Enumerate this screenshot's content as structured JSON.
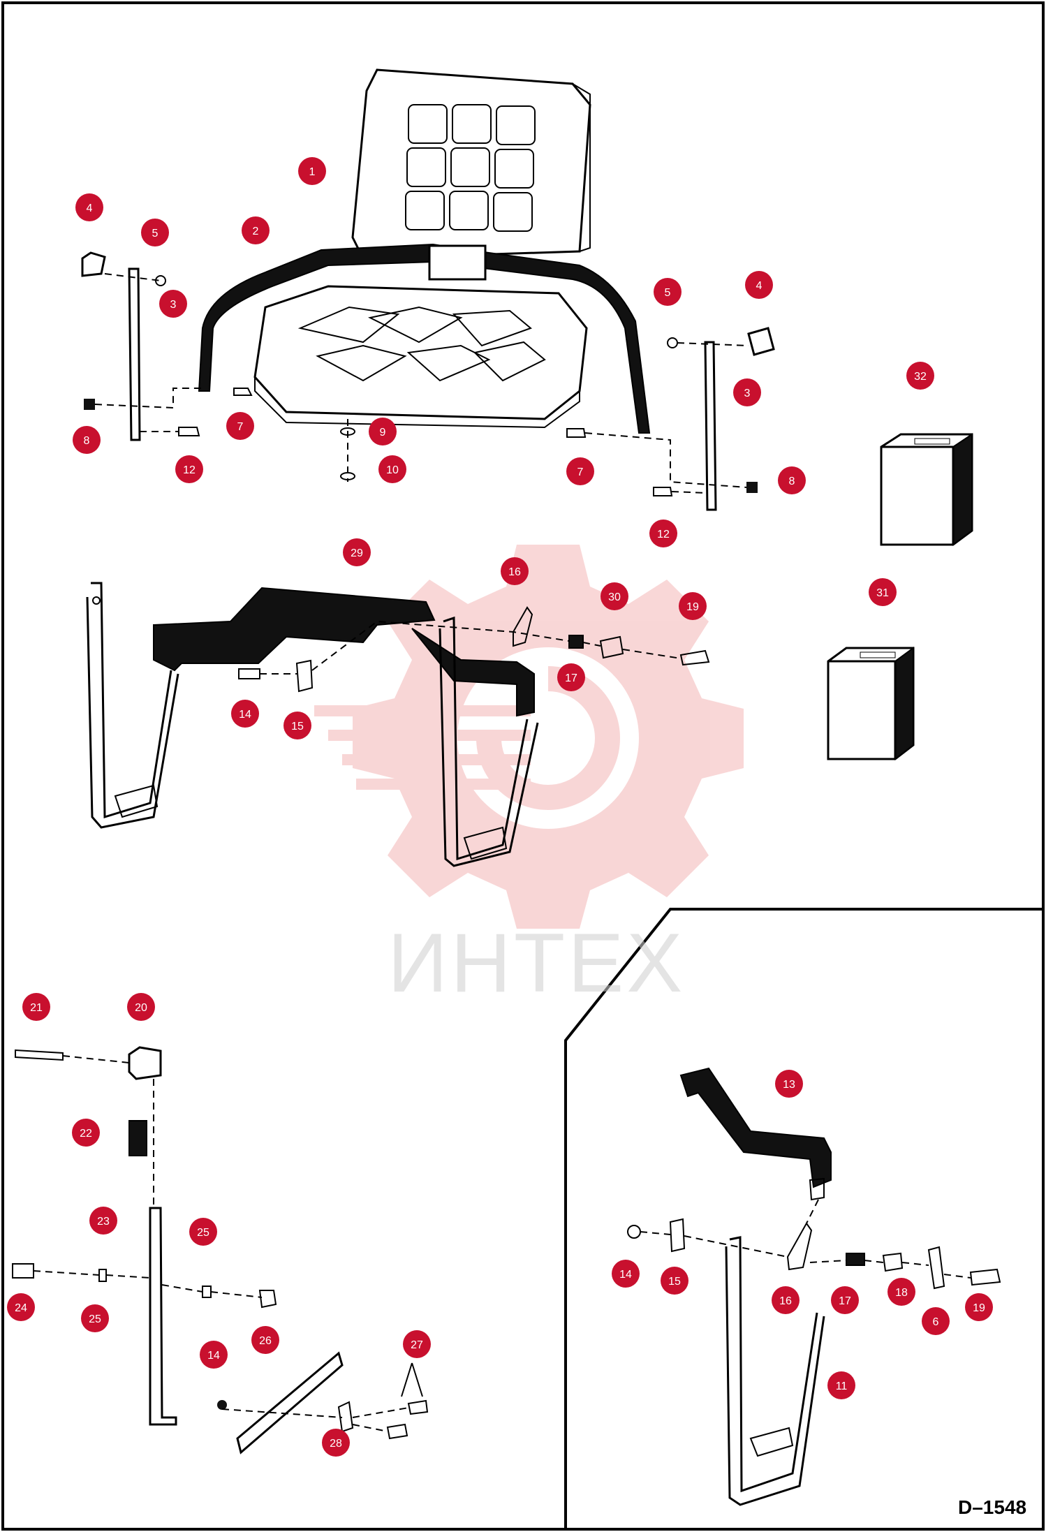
{
  "diagram": {
    "drawing_number": "D–1548",
    "watermark": "ИНТЕХ",
    "callouts": [
      {
        "label": "1"
      },
      {
        "label": "2"
      },
      {
        "label": "4"
      },
      {
        "label": "5"
      },
      {
        "label": "3"
      },
      {
        "label": "8"
      },
      {
        "label": "12"
      },
      {
        "label": "7"
      },
      {
        "label": "9"
      },
      {
        "label": "10"
      },
      {
        "label": "5"
      },
      {
        "label": "4"
      },
      {
        "label": "3"
      },
      {
        "label": "7"
      },
      {
        "label": "8"
      },
      {
        "label": "12"
      },
      {
        "label": "32"
      },
      {
        "label": "31"
      },
      {
        "label": "29"
      },
      {
        "label": "16"
      },
      {
        "label": "30"
      },
      {
        "label": "19"
      },
      {
        "label": "17"
      },
      {
        "label": "14"
      },
      {
        "label": "15"
      },
      {
        "label": "21"
      },
      {
        "label": "20"
      },
      {
        "label": "22"
      },
      {
        "label": "23"
      },
      {
        "label": "25"
      },
      {
        "label": "24"
      },
      {
        "label": "25"
      },
      {
        "label": "26"
      },
      {
        "label": "14"
      },
      {
        "label": "27"
      },
      {
        "label": "28"
      },
      {
        "label": "13"
      },
      {
        "label": "14"
      },
      {
        "label": "15"
      },
      {
        "label": "16"
      },
      {
        "label": "17"
      },
      {
        "label": "18"
      },
      {
        "label": "6"
      },
      {
        "label": "19"
      },
      {
        "label": "11"
      }
    ]
  }
}
